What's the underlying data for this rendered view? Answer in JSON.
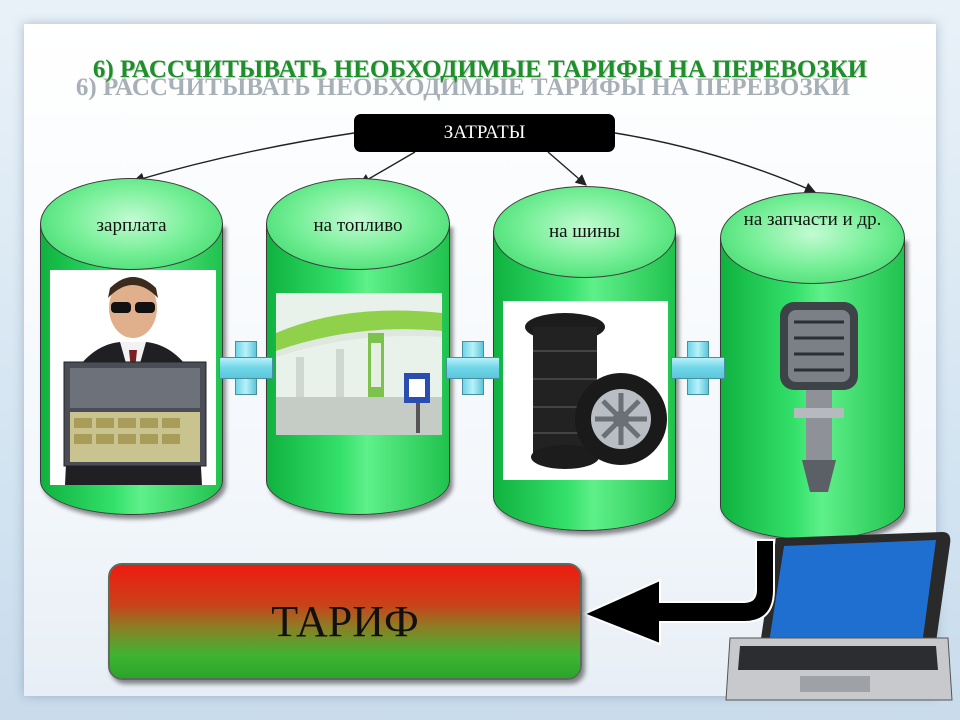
{
  "slide": {
    "title": "6) РАССЧИТЫВАТЬ НЕОБХОДИМЫЕ ТАРИФЫ НА ПЕРЕВОЗКИ",
    "costs_label": "ЗАТРАТЫ",
    "result_label": "ТАРИФ"
  },
  "categories": [
    {
      "label": "зарплата",
      "image": "man-with-money-briefcase"
    },
    {
      "label": "на топливо",
      "image": "gas-station"
    },
    {
      "label": "на шины",
      "image": "stack-of-tires"
    },
    {
      "label": "на запчасти и др.",
      "image": "outboard-engine"
    }
  ],
  "operators": [
    "plus",
    "plus",
    "plus"
  ],
  "decoration": {
    "image": "laptop",
    "arrow": "black-arrow-to-tariff"
  },
  "colors": {
    "title": "#1f8f2c",
    "cylinder": "#2fd560",
    "tariff_top": "#ee1a0f",
    "tariff_bottom": "#2ba52a",
    "plus": "#8fe3f0"
  }
}
